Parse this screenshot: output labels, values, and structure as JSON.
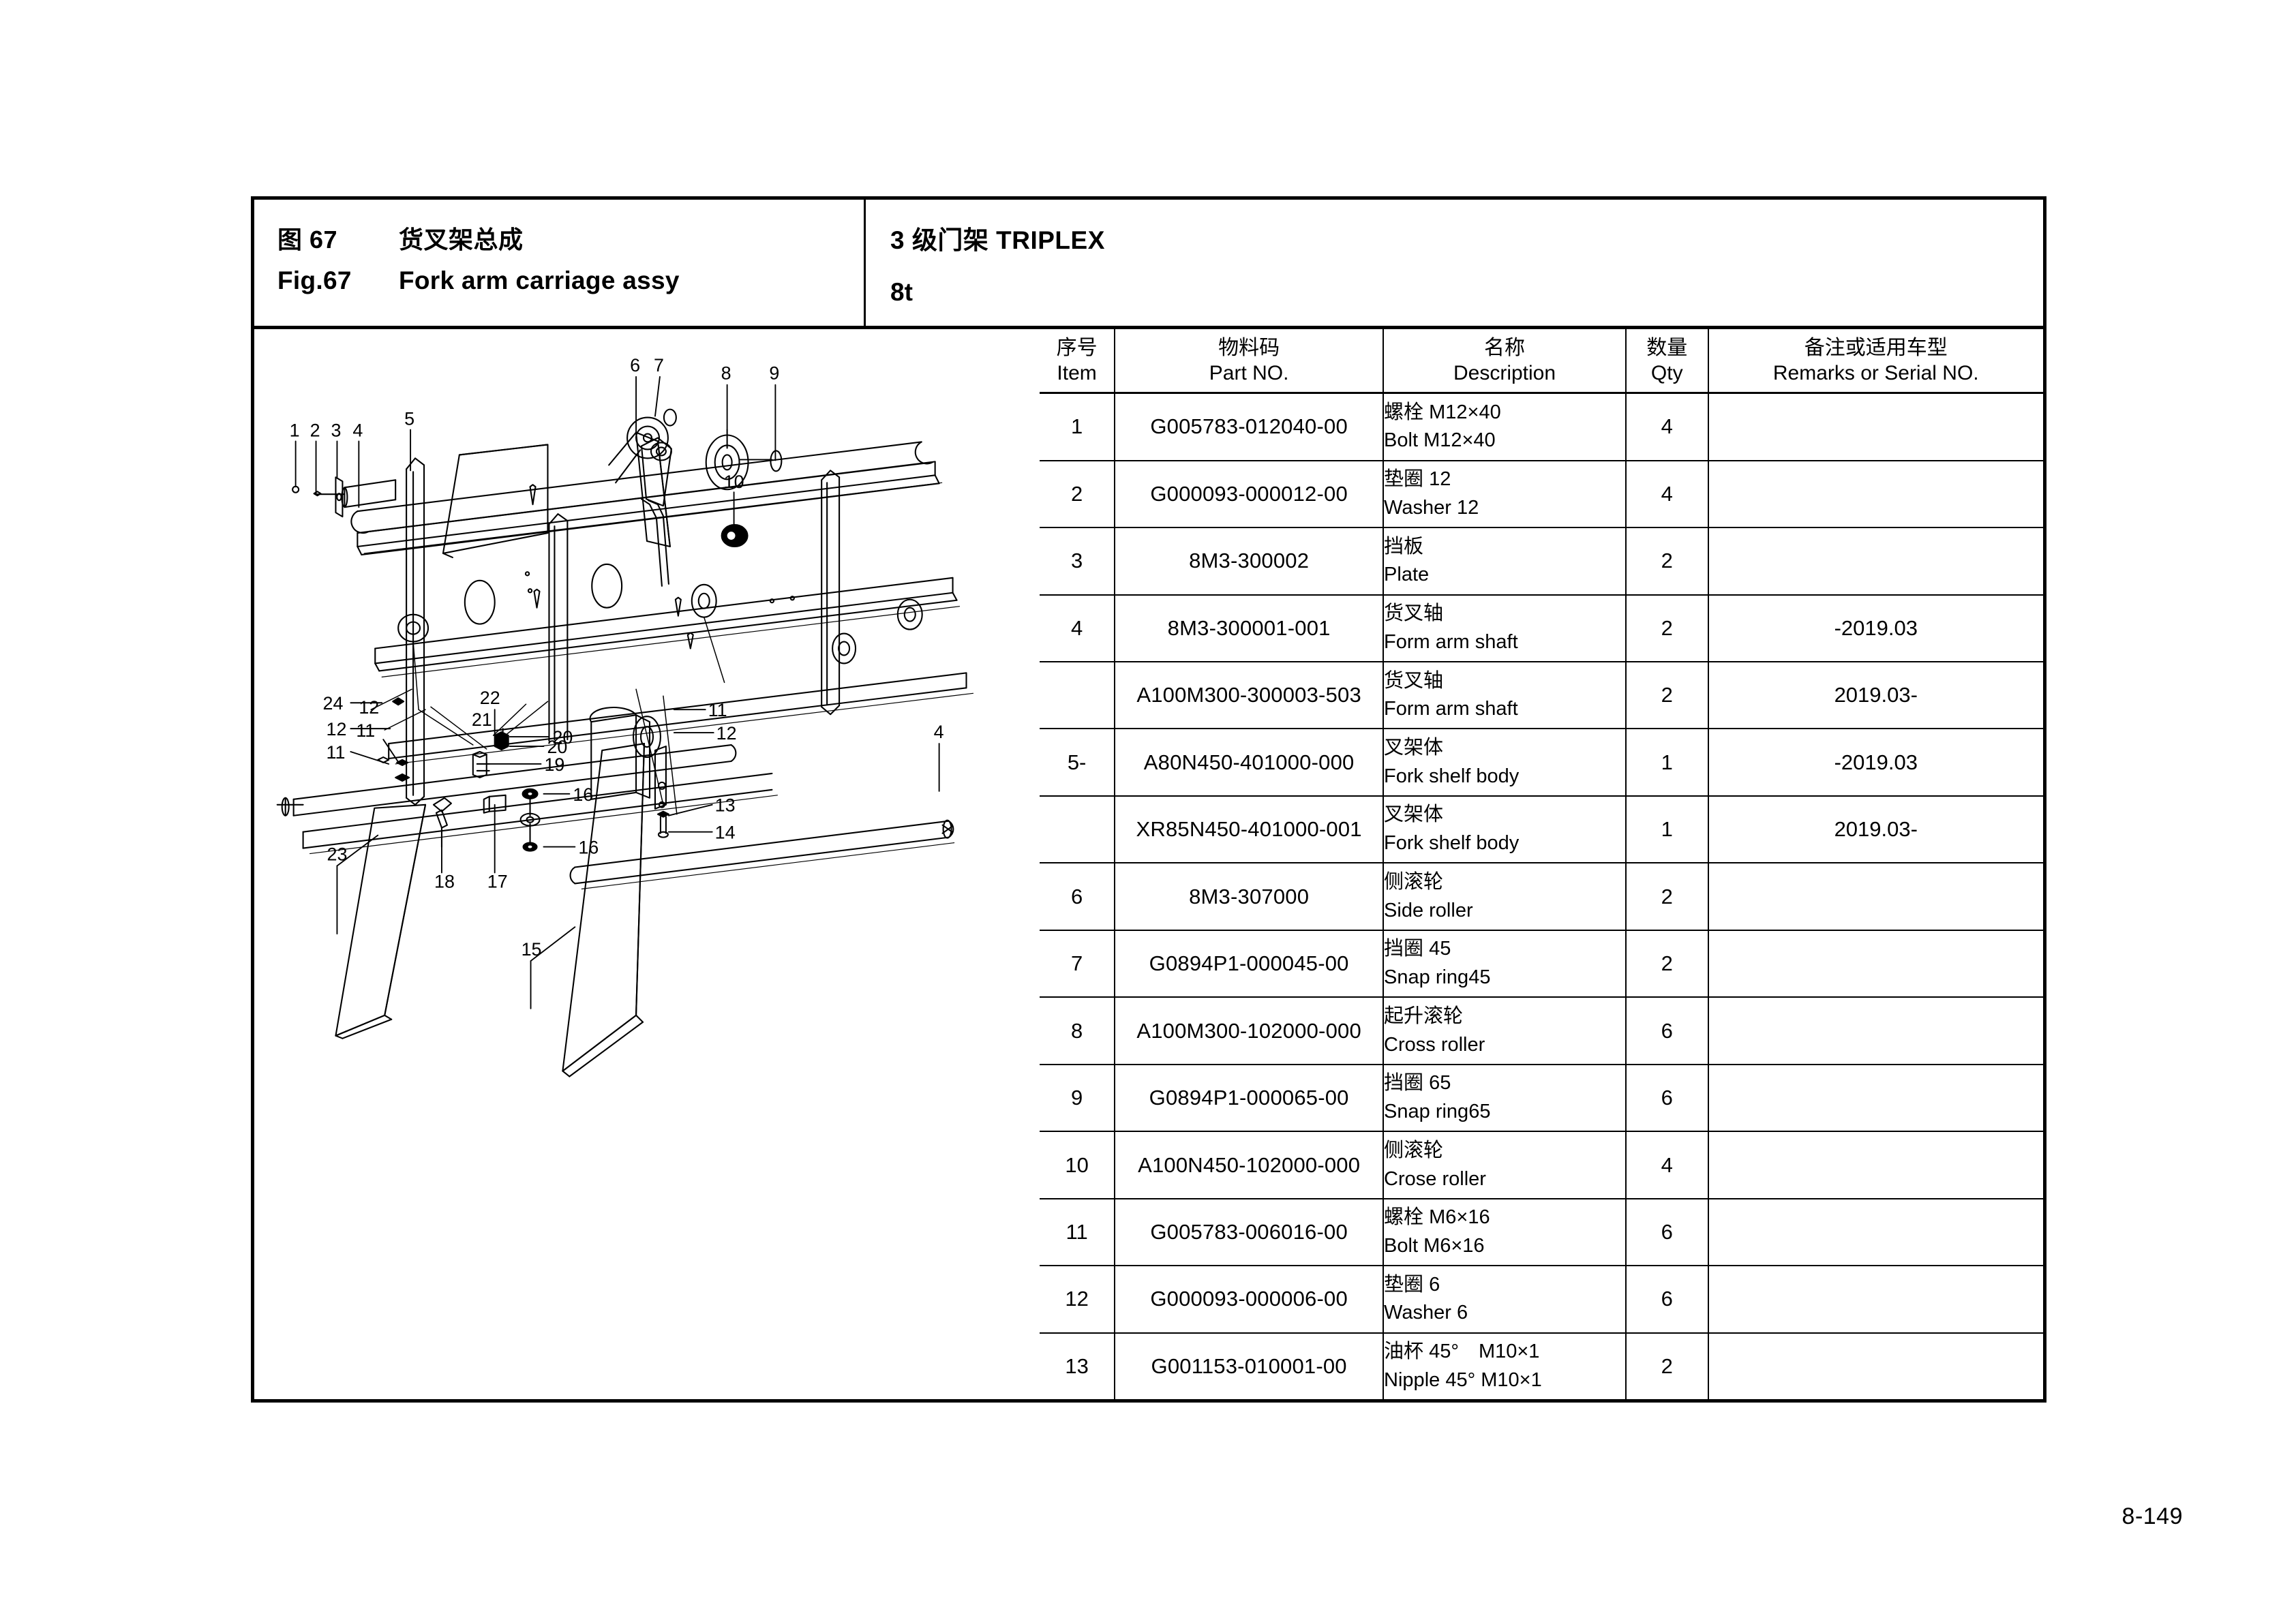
{
  "header": {
    "fig_label_cn": "图 67",
    "fig_title_cn": "货叉架总成",
    "fig_label_en": "Fig.67",
    "fig_title_en": "Fork arm carriage assy",
    "mast_type": "3 级门架  TRIPLEX",
    "capacity": "8t"
  },
  "table": {
    "columns": [
      {
        "cn": "序号",
        "en": "Item"
      },
      {
        "cn": "物料码",
        "en": "Part NO."
      },
      {
        "cn": "名称",
        "en": "Description"
      },
      {
        "cn": "数量",
        "en": "Qty"
      },
      {
        "cn": "备注或适用车型",
        "en": "Remarks or Serial NO."
      }
    ],
    "rows": [
      {
        "item": "1",
        "part": "G005783-012040-00",
        "desc_cn": "螺栓 M12×40",
        "desc_en": "Bolt M12×40",
        "qty": "4",
        "remarks": ""
      },
      {
        "item": "2",
        "part": "G000093-000012-00",
        "desc_cn": "垫圈 12",
        "desc_en": "Washer 12",
        "qty": "4",
        "remarks": ""
      },
      {
        "item": "3",
        "part": "8M3-300002",
        "desc_cn": "挡板",
        "desc_en": "Plate",
        "qty": "2",
        "remarks": ""
      },
      {
        "item": "4",
        "part": "8M3-300001-001",
        "desc_cn": "货叉轴",
        "desc_en": "Form arm shaft",
        "qty": "2",
        "remarks": "-2019.03"
      },
      {
        "item": "",
        "part": "A100M300-300003-503",
        "desc_cn": "货叉轴",
        "desc_en": "Form arm shaft",
        "qty": "2",
        "remarks": "2019.03-"
      },
      {
        "item": "5-",
        "part": "A80N450-401000-000",
        "desc_cn": "叉架体",
        "desc_en": "Fork shelf body",
        "qty": "1",
        "remarks": "-2019.03"
      },
      {
        "item": "",
        "part": "XR85N450-401000-001",
        "desc_cn": "叉架体",
        "desc_en": "Fork shelf body",
        "qty": "1",
        "remarks": "2019.03-"
      },
      {
        "item": "6",
        "part": "8M3-307000",
        "desc_cn": "侧滚轮",
        "desc_en": "Side roller",
        "qty": "2",
        "remarks": ""
      },
      {
        "item": "7",
        "part": "G0894P1-000045-00",
        "desc_cn": "挡圈 45",
        "desc_en": "Snap ring45",
        "qty": "2",
        "remarks": ""
      },
      {
        "item": "8",
        "part": "A100M300-102000-000",
        "desc_cn": "起升滚轮",
        "desc_en": "Cross roller",
        "qty": "6",
        "remarks": ""
      },
      {
        "item": "9",
        "part": "G0894P1-000065-00",
        "desc_cn": "挡圈 65",
        "desc_en": "Snap ring65",
        "qty": "6",
        "remarks": ""
      },
      {
        "item": "10",
        "part": "A100N450-102000-000",
        "desc_cn": "侧滚轮",
        "desc_en": "Crose roller",
        "qty": "4",
        "remarks": ""
      },
      {
        "item": "11",
        "part": "G005783-006016-00",
        "desc_cn": "螺栓 M6×16",
        "desc_en": "Bolt M6×16",
        "qty": "6",
        "remarks": ""
      },
      {
        "item": "12",
        "part": "G000093-000006-00",
        "desc_cn": "垫圈 6",
        "desc_en": "Washer 6",
        "qty": "6",
        "remarks": ""
      },
      {
        "item": "13",
        "part": "G001153-010001-00",
        "desc_cn": "油杯 45°　M10×1",
        "desc_en": "Nipple 45°  M10×1",
        "qty": "2",
        "remarks": ""
      }
    ]
  },
  "drawing": {
    "callouts": [
      "1",
      "2",
      "3",
      "4",
      "5",
      "6",
      "7",
      "8",
      "9",
      "10",
      "11",
      "12",
      "11",
      "12",
      "24",
      "22",
      "21",
      "20",
      "20",
      "19",
      "16",
      "16",
      "18",
      "17",
      "23",
      "11",
      "12",
      "13",
      "14",
      "15",
      "4"
    ]
  },
  "footer": {
    "page_number": "8-149"
  }
}
